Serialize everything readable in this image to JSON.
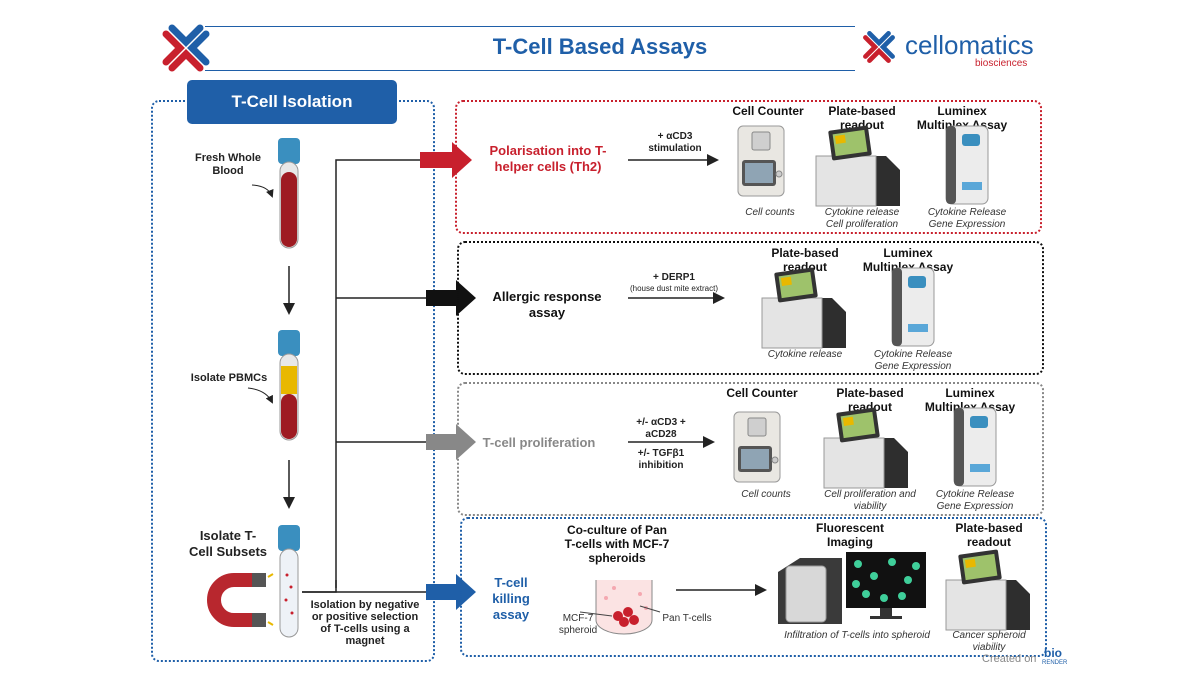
{
  "header": {
    "title": "T-Cell Based Assays",
    "brand": "cellomatics",
    "brand_sub": "biosciences"
  },
  "left": {
    "isolation_title": "T-Cell Isolation",
    "fresh_blood": "Fresh Whole Blood",
    "isolate_pbmc": "Isolate PBMCs",
    "isolate_subsets": "Isolate T-Cell Subsets",
    "magnet_caption": "Isolation by negative or positive selection of T-cells using a magnet"
  },
  "assays": [
    {
      "name": "Polarisation into T-helper cells (Th2)",
      "color": "#c8202d",
      "stim": "+ αCD3 stimulation",
      "instruments": [
        {
          "header": "Cell Counter",
          "caption": "Cell counts"
        },
        {
          "header": "Plate-based readout",
          "caption": "Cytokine release Cell proliferation"
        },
        {
          "header": "Luminex Multiplex Assay",
          "caption": "Cytokine Release Gene Expression"
        }
      ]
    },
    {
      "name": "Allergic response assay",
      "color": "#111111",
      "stim": "+ DERP1",
      "stim_sub": "(house dust mite extract)",
      "instruments": [
        {
          "header": "Plate-based readout",
          "caption": "Cytokine release"
        },
        {
          "header": "Luminex Multiplex Assay",
          "caption": "Cytokine Release Gene Expression"
        }
      ]
    },
    {
      "name": "T-cell proliferation",
      "color": "#888888",
      "stim": "+/- αCD3 + aCD28",
      "stim2": "+/- TGFβ1 inhibition",
      "instruments": [
        {
          "header": "Cell Counter",
          "caption": "Cell counts"
        },
        {
          "header": "Plate-based readout",
          "caption": "Cell proliferation and viability"
        },
        {
          "header": "Luminex Multiplex Assay",
          "caption": "Cytokine Release Gene Expression"
        }
      ]
    },
    {
      "name": "T-cell killing assay",
      "color": "#1f5fa8",
      "coculture": "Co-culture of Pan T-cells with MCF-7 spheroids",
      "mcf7": "MCF-7 spheroid",
      "pan": "Pan T-cells",
      "instruments": [
        {
          "header": "Fluorescent Imaging",
          "caption": "Infiltration of T-cells into spheroid"
        },
        {
          "header": "Plate-based readout",
          "caption": "Cancer spheroid viability"
        }
      ]
    }
  ],
  "footer": {
    "created": "Created on",
    "bio": "bio",
    "render": "RENDER"
  },
  "colors": {
    "blue": "#1f5fa8",
    "red": "#c8202d",
    "grey": "#888888"
  }
}
